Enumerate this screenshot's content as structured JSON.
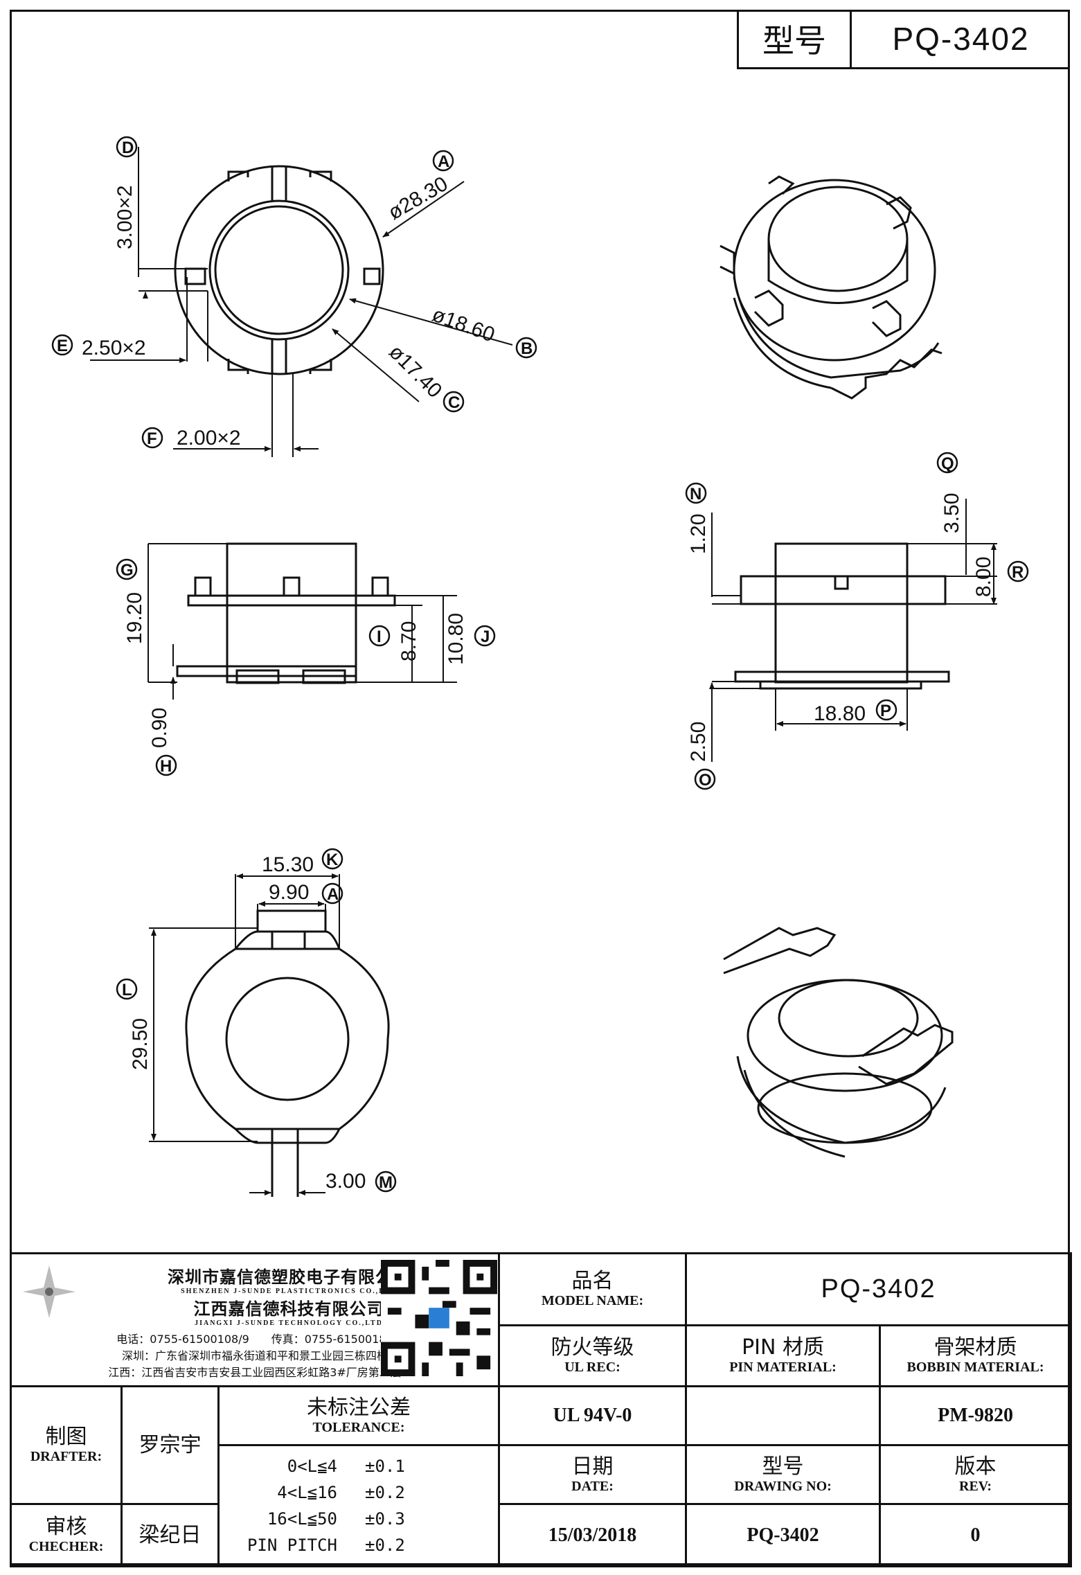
{
  "header": {
    "label": "型号",
    "model": "PQ-3402"
  },
  "views": {
    "top_view": {
      "dims": [
        {
          "letter": "A",
          "text": "ø28.30"
        },
        {
          "letter": "B",
          "text": "ø18.60"
        },
        {
          "letter": "C",
          "text": "ø17.40"
        },
        {
          "letter": "D",
          "text": "3.00×2"
        },
        {
          "letter": "E",
          "text": "2.50×2"
        },
        {
          "letter": "F",
          "text": "2.00×2"
        }
      ]
    },
    "front_view": {
      "dims": [
        {
          "letter": "G",
          "text": "19.20"
        },
        {
          "letter": "H",
          "text": "0.90"
        },
        {
          "letter": "I",
          "text": "8.70"
        },
        {
          "letter": "J",
          "text": "10.80"
        }
      ]
    },
    "side_view": {
      "dims": [
        {
          "letter": "N",
          "text": "1.20"
        },
        {
          "letter": "O",
          "text": "2.50"
        },
        {
          "letter": "P",
          "text": "18.80"
        },
        {
          "letter": "Q",
          "text": "3.50"
        },
        {
          "letter": "R",
          "text": "8.00"
        }
      ]
    },
    "bottom_view": {
      "dims": [
        {
          "letter": "K",
          "text": "15.30"
        },
        {
          "letter": "A",
          "text": "9.90"
        },
        {
          "letter": "L",
          "text": "29.50"
        },
        {
          "letter": "M",
          "text": "3.00"
        }
      ]
    }
  },
  "title_block": {
    "company_cn_1": "深圳市嘉信德塑胶电子有限公司",
    "company_en_1": "SHENZHEN J-SUNDE PLASTICTRONICS CO.,LTD",
    "company_cn_2": "江西嘉信德科技有限公司",
    "company_en_2": "JIANGXI J-SUNDE TECHNOLOGY CO.,LTD",
    "phone": "电话：0755-61500108/9　　传真：0755-61500185",
    "addr_sz": "深圳：广东省深圳市福永街道和平和景工业园三栋四楼",
    "addr_jx": "江西：江西省吉安市吉安县工业园西区彩虹路3#厂房第二层",
    "model_name_cn": "品名",
    "model_name_en": "MODEL NAME:",
    "model_name_val": "PQ-3402",
    "ul_cn": "防火等级",
    "ul_en": "UL REC:",
    "ul_val": "UL 94V-0",
    "pin_cn": "PIN 材质",
    "pin_en": "PIN MATERIAL:",
    "pin_val": "",
    "bobbin_cn": "骨架材质",
    "bobbin_en": "BOBBIN MATERIAL:",
    "bobbin_val": "PM-9820",
    "drafter_cn": "制图",
    "drafter_en": "DRAFTER:",
    "drafter_val": "罗宗宇",
    "checker_cn": "审核",
    "checker_en": "CHECHER:",
    "checker_val": "梁纪日",
    "tol_cn": "未标注公差",
    "tol_en": "TOLERANCE:",
    "tolerances": [
      {
        "range": "0<L≦4",
        "value": "±0.1"
      },
      {
        "range": "4<L≦16",
        "value": "±0.2"
      },
      {
        "range": "16<L≦50",
        "value": "±0.3"
      },
      {
        "range": "PIN PITCH",
        "value": "±0.2"
      }
    ],
    "date_cn": "日期",
    "date_en": "DATE:",
    "date_val": "15/03/2018",
    "drawing_cn": "型号",
    "drawing_en": "DRAWING NO:",
    "drawing_val": "PQ-3402",
    "rev_cn": "版本",
    "rev_en": "REV:",
    "rev_val": "0"
  }
}
